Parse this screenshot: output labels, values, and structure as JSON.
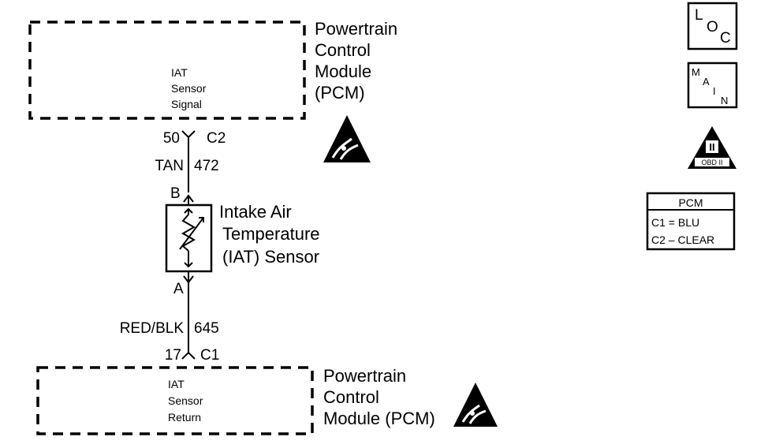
{
  "pcm_top": {
    "title_lines": [
      "Powertrain",
      "Control",
      "Module",
      "(PCM)"
    ],
    "function_lines": [
      "IAT",
      "Sensor",
      "Signal"
    ]
  },
  "pcm_bottom": {
    "title_lines": [
      "Powertrain",
      "Control",
      "Module (PCM)"
    ],
    "function_lines": [
      "IAT",
      "Sensor",
      "Return"
    ]
  },
  "top_connector": {
    "pin": "50",
    "connector": "C2"
  },
  "top_wire": {
    "color": "TAN",
    "circuit": "472"
  },
  "sensor": {
    "terminal_top": "B",
    "terminal_bottom": "A",
    "name_lines": [
      "Intake Air",
      "Temperature",
      "(IAT) Sensor"
    ]
  },
  "bottom_wire": {
    "color": "RED/BLK",
    "circuit": "645"
  },
  "bottom_connector": {
    "pin": "17",
    "connector": "C1"
  },
  "symbols": {
    "loc": [
      "L",
      "O",
      "C"
    ],
    "main": [
      "M",
      "A",
      "I",
      "N"
    ],
    "obd": [
      "II",
      "OBD II"
    ],
    "esd_icon": "esd-warning-icon"
  },
  "pcm_legend": {
    "title": "PCM",
    "rows": [
      "C1 = BLU",
      "C2 – CLEAR"
    ]
  }
}
